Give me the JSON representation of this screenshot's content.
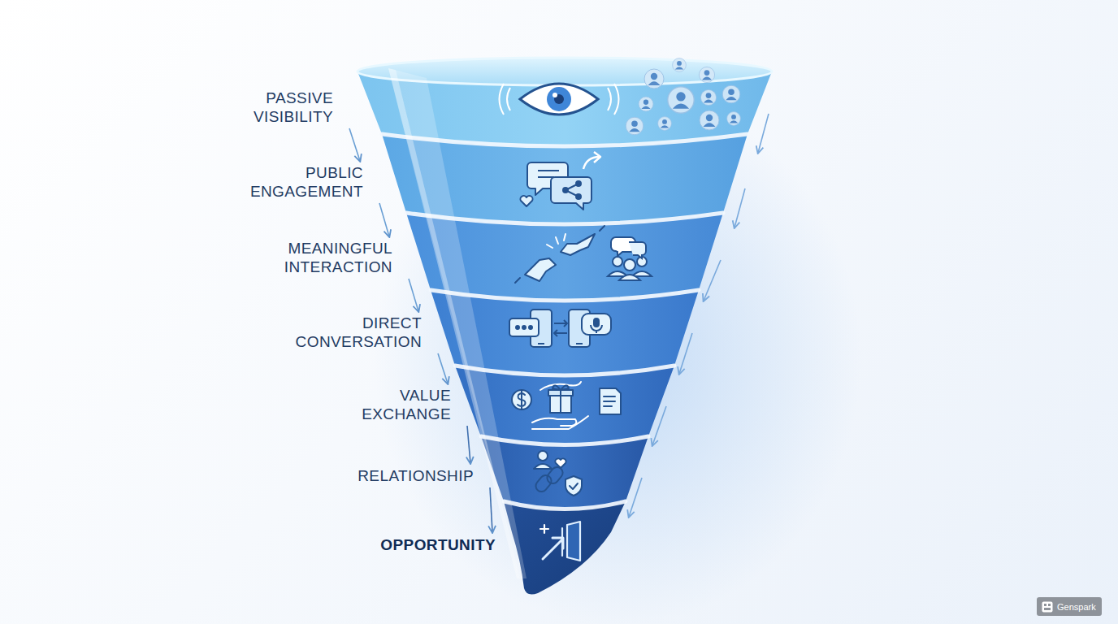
{
  "diagram": {
    "nodes": [
      {
        "text": [
          "PASSIVE VISIBILITY"
        ]
      },
      {
        "text": [
          "PUBLIC ENGAGEMENT"
        ]
      },
      {
        "text": [
          "MEANINGFUL INTERACTION"
        ]
      },
      {
        "text": [
          "DIRECT CONVERSATION"
        ]
      },
      {
        "text": [
          "VALUE EXCHANGE"
        ]
      },
      {
        "text": [
          "RELATIONSHIP"
        ]
      },
      {
        "text": [
          "OPPORTUNITY"
        ]
      }
    ],
    "edges": [
      {
        "from": 0,
        "to": 1,
        "arrow": "to"
      },
      {
        "from": 1,
        "to": 2,
        "arrow": "to"
      },
      {
        "from": 2,
        "to": 3,
        "arrow": "to"
      },
      {
        "from": 3,
        "to": 4,
        "arrow": "to"
      },
      {
        "from": 4,
        "to": 5,
        "arrow": "to"
      },
      {
        "from": 5,
        "to": 6,
        "arrow": "to"
      }
    ],
    "labels": [
      "Genspark"
    ]
  }
}
